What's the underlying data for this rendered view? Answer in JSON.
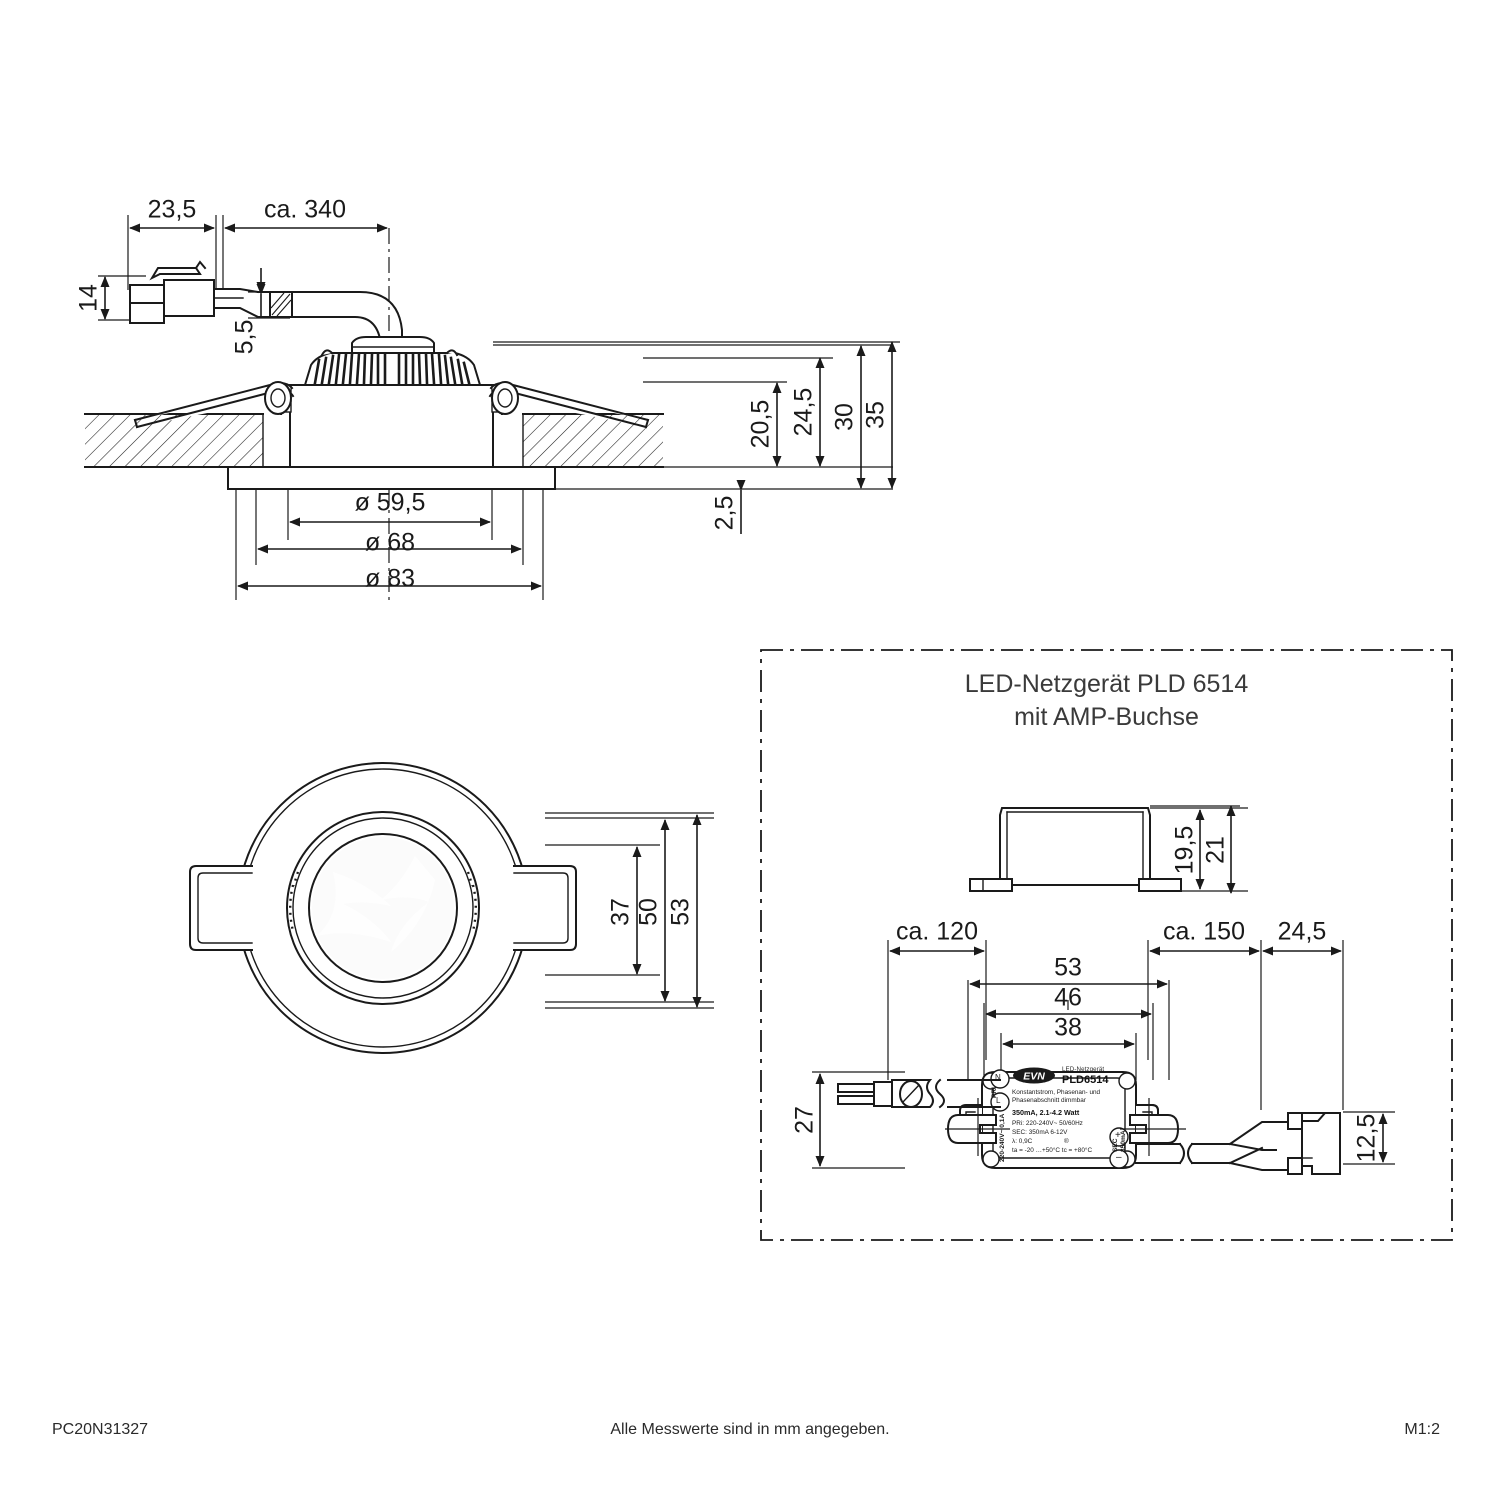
{
  "sheet": {
    "title": "Technical dimension drawing - LED recessed downlight",
    "scale_label": "M1:2",
    "article_code": "PC20N31327",
    "units_note": "Alle Messwerte sind in mm angegeben."
  },
  "section_view": {
    "name": "section-view",
    "dimensions": {
      "connector_length": "23,5",
      "cable_length": "ca. 340",
      "connector_height": "14",
      "cable_diameter": "5,5",
      "recess_depth_inner": "20,5",
      "recess_depth_mid": "24,5",
      "body_height": "30",
      "overall_height": "35",
      "flange_thickness": "2,5",
      "diameter_inner": "ø 59,5",
      "diameter_cutout": "ø 68",
      "diameter_outer": "ø 83"
    }
  },
  "front_view": {
    "name": "front-view",
    "dimensions": {
      "lens_diameter": "37",
      "ring_diameter": "50",
      "bezel_diameter": "53"
    }
  },
  "power_supply": {
    "header_line1": "LED-Netzgerät PLD 6514",
    "header_line2": "mit AMP-Buchse",
    "dimensions": {
      "body_height_inner": "19,5",
      "body_height_total": "21",
      "cable_in_length": "ca. 120",
      "cable_out_length": "ca. 150",
      "connector_length": "24,5",
      "width_outer": "53",
      "width_mount": "46",
      "width_body": "38",
      "depth": "27",
      "connector_height": "12,5"
    },
    "label": {
      "brand": "EVN",
      "type_line": "LED-Netzgerät",
      "model": "PLD6514",
      "desc_line1": "Konstantstrom, Phasenan- und",
      "desc_line2": "Phasenabschnitt dimmbar",
      "rating": "350mA, 2.1-4.2 Watt",
      "pri": "PRi: 220-240V~  50/60Hz",
      "sec": "SEC: 350mA   6-12V",
      "lambda": "λ: 0,9C",
      "temps": "ta = -20 …+50°C  tc = +80°C",
      "side_left_1": "PRI",
      "side_left_2": "220-240V~ 0,1A",
      "side_right_1": "SEC",
      "side_right_2": "350mA",
      "terminal_n": "N",
      "terminal_l": "L",
      "terminal_plus": "+",
      "terminal_minus": "–",
      "mark_r": "®"
    }
  }
}
